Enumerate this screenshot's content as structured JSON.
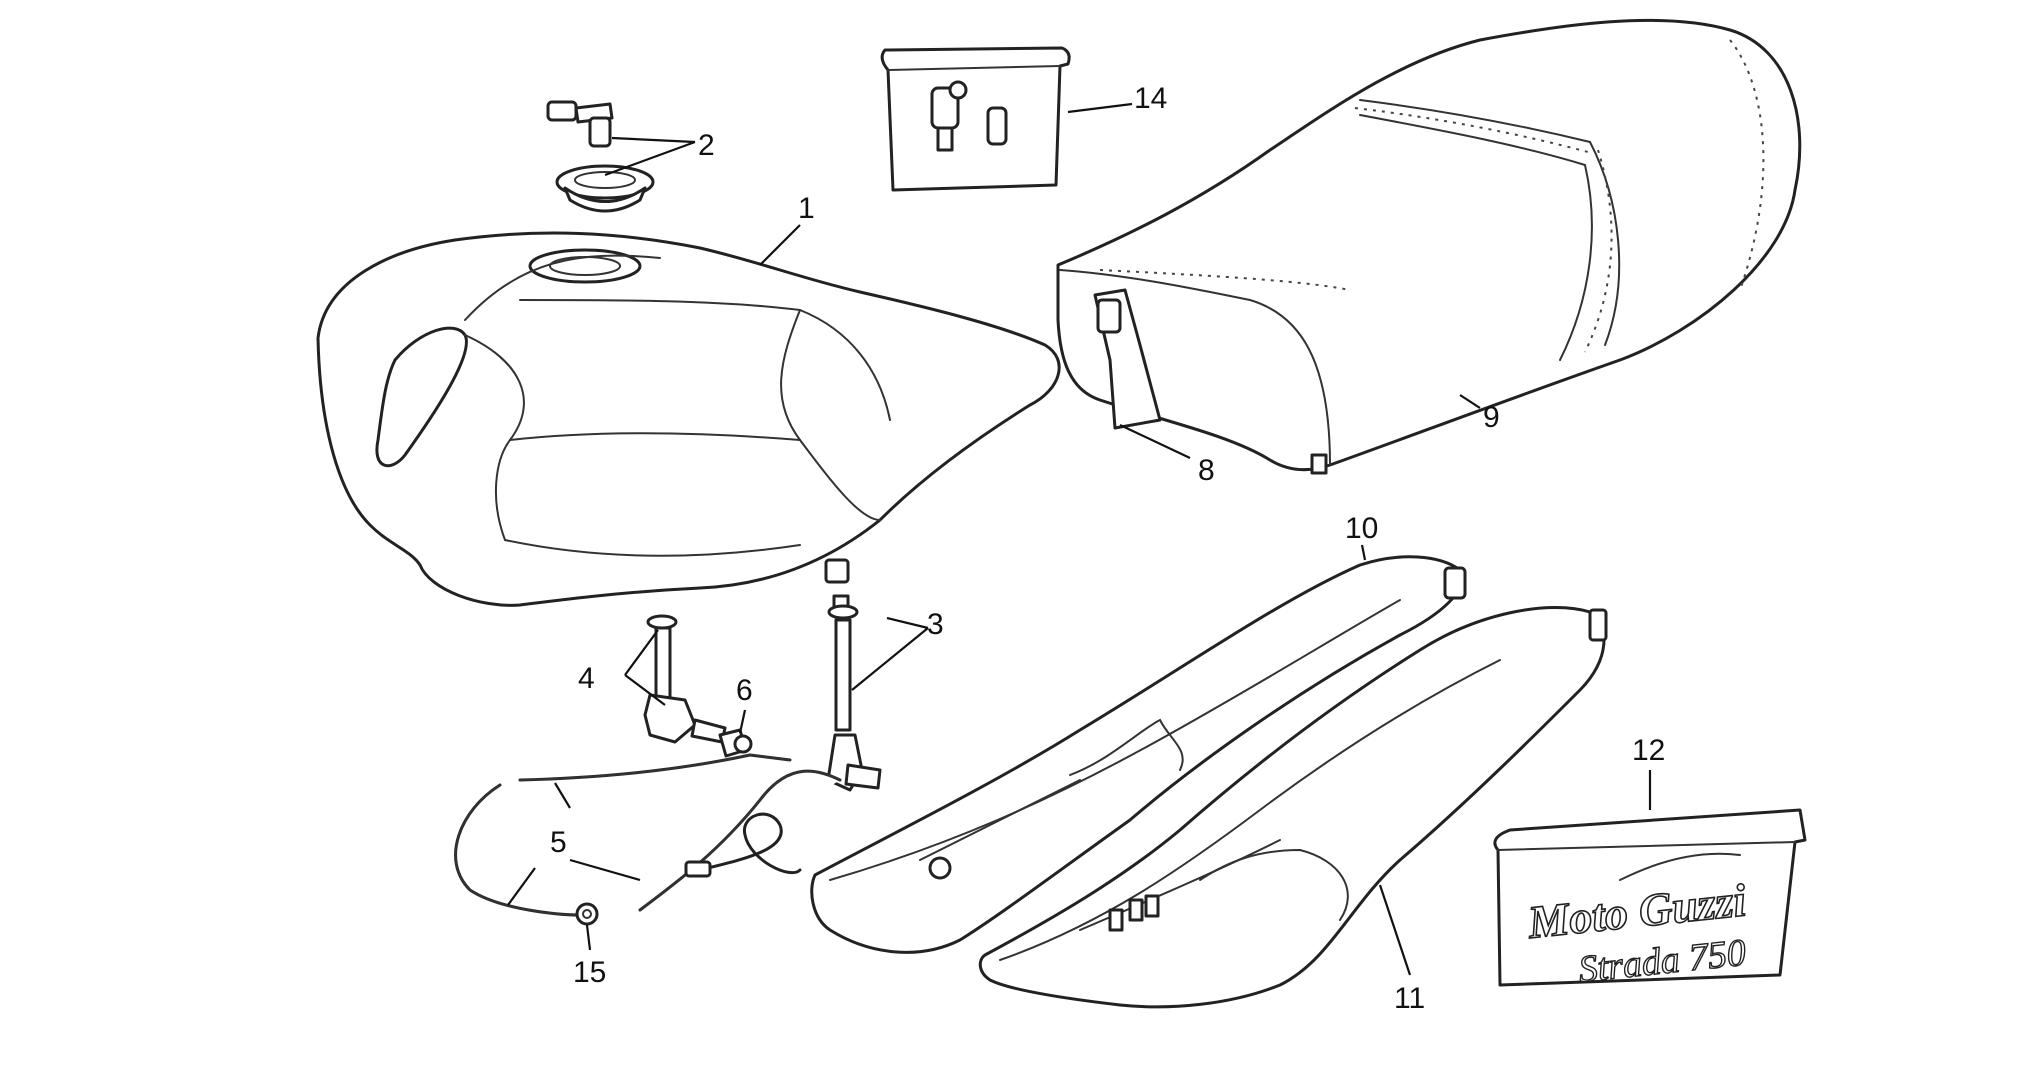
{
  "callouts": [
    {
      "id": "1",
      "label": "1"
    },
    {
      "id": "2",
      "label": "2"
    },
    {
      "id": "3",
      "label": "3"
    },
    {
      "id": "4",
      "label": "4"
    },
    {
      "id": "5",
      "label": "5"
    },
    {
      "id": "6",
      "label": "6"
    },
    {
      "id": "8",
      "label": "8"
    },
    {
      "id": "9",
      "label": "9"
    },
    {
      "id": "10",
      "label": "10"
    },
    {
      "id": "11",
      "label": "11"
    },
    {
      "id": "12",
      "label": "12"
    },
    {
      "id": "14",
      "label": "14"
    },
    {
      "id": "15",
      "label": "15"
    }
  ],
  "decal": {
    "brand": "Moto Guzzi",
    "model": "Strada 750"
  },
  "colors": {
    "line": "#222222",
    "background": "#ffffff"
  }
}
